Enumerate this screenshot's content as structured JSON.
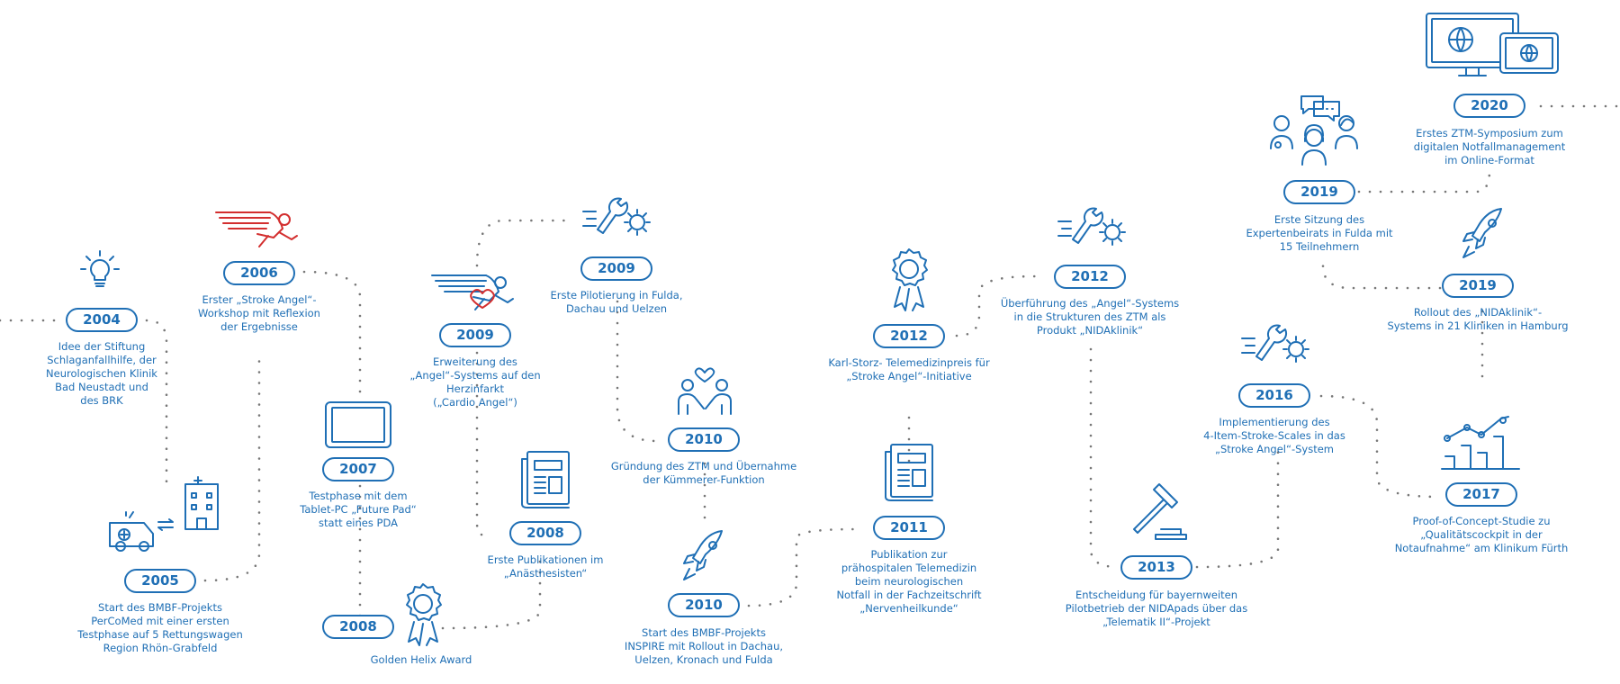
{
  "timeline": {
    "milestones": [
      {
        "year": "2004",
        "text": "Idee der Stiftung\nSchlaganfallhilfe, der\nNeurologischen Klinik\nBad Neustadt und\ndes BRK",
        "icon": "lightbulb-icon"
      },
      {
        "year": "2005",
        "text": "Start des BMBF-Projekts\nPerCoMed mit einer ersten\nTestphase auf 5 Rettungswagen\nRegion Rhön-Grabfeld",
        "icon": "ambulance-hospital-icon"
      },
      {
        "year": "2006",
        "text": "Erster „Stroke Angel“-\nWorkshop mit Reflexion\nder Ergebnisse",
        "icon": "stroke-angel-logo-icon"
      },
      {
        "year": "2007",
        "text": "Testphase mit dem\nTablet-PC „Future Pad“\nstatt eines PDA",
        "icon": "tablet-icon"
      },
      {
        "year": "2008",
        "text": "Golden Helix Award",
        "icon": "award-rosette-icon"
      },
      {
        "year": "2009",
        "text": "Erweiterung des\n„Angel“-Systems auf den\nHerzinfarkt\n(„Cardio Angel“)",
        "icon": "cardio-angel-logo-icon"
      },
      {
        "year": "2008",
        "text": "Erste Publikationen im\n„Anästhesisten“",
        "icon": "newspaper-icon"
      },
      {
        "year": "2009",
        "text": "Erste Pilotierung in Fulda,\nDachau und Uelzen",
        "icon": "tools-gear-icon"
      },
      {
        "year": "2010",
        "text": "Gründung des ZTM und Übernahme\nder Kümmerer-Funktion",
        "icon": "people-heart-icon"
      },
      {
        "year": "2010",
        "text": "Start des BMBF-Projekts\nINSPIRE mit Rollout in Dachau,\nUelzen, Kronach und Fulda",
        "icon": "rocket-icon"
      },
      {
        "year": "2011",
        "text": "Publikation zur\nprähospitalen Telemedizin\nbeim neurologischen\nNotfall in der Fachzeitschrift\n„Nervenheilkunde“",
        "icon": "newspaper-icon"
      },
      {
        "year": "2012",
        "text": "Karl-Storz- Telemedizinpreis für\n„Stroke Angel“-Initiative",
        "icon": "award-rosette-icon"
      },
      {
        "year": "2012",
        "text": "Überführung des „Angel“-Systems\nin die Strukturen des ZTM als\nProdukt „NIDAklinik“",
        "icon": "tools-gear-icon"
      },
      {
        "year": "2013",
        "text": "Entscheidung für bayernweiten\nPilotbetrieb der NIDApads über das\n„Telematik II“-Projekt",
        "icon": "gavel-icon"
      },
      {
        "year": "2016",
        "text": "Implementierung des\n4-Item-Stroke-Scales in das\n„Stroke Angel“-System",
        "icon": "tools-gear-icon"
      },
      {
        "year": "2017",
        "text": "Proof-of-Concept-Studie zu\n„Qualitätscockpit in der\nNotaufnahme“ am Klinikum Fürth",
        "icon": "bar-chart-icon"
      },
      {
        "year": "2019",
        "text": "Rollout des „NIDAklinik“-\nSystems in 21 Kliniken in Hamburg",
        "icon": "rocket-icon"
      },
      {
        "year": "2019",
        "text": "Erste Sitzung des\nExpertenbeirats in Fulda mit\n15 Teilnehmern",
        "icon": "experts-chat-icon"
      },
      {
        "year": "2020",
        "text": "Erstes ZTM-Symposium zum\ndigitalen Notfallmanagement\nim Online-Format",
        "icon": "monitor-tablet-globe-icon"
      }
    ]
  },
  "colors": {
    "accent": "#1f6fb5",
    "angel_red": "#d32f2f",
    "dots": "#777777"
  }
}
